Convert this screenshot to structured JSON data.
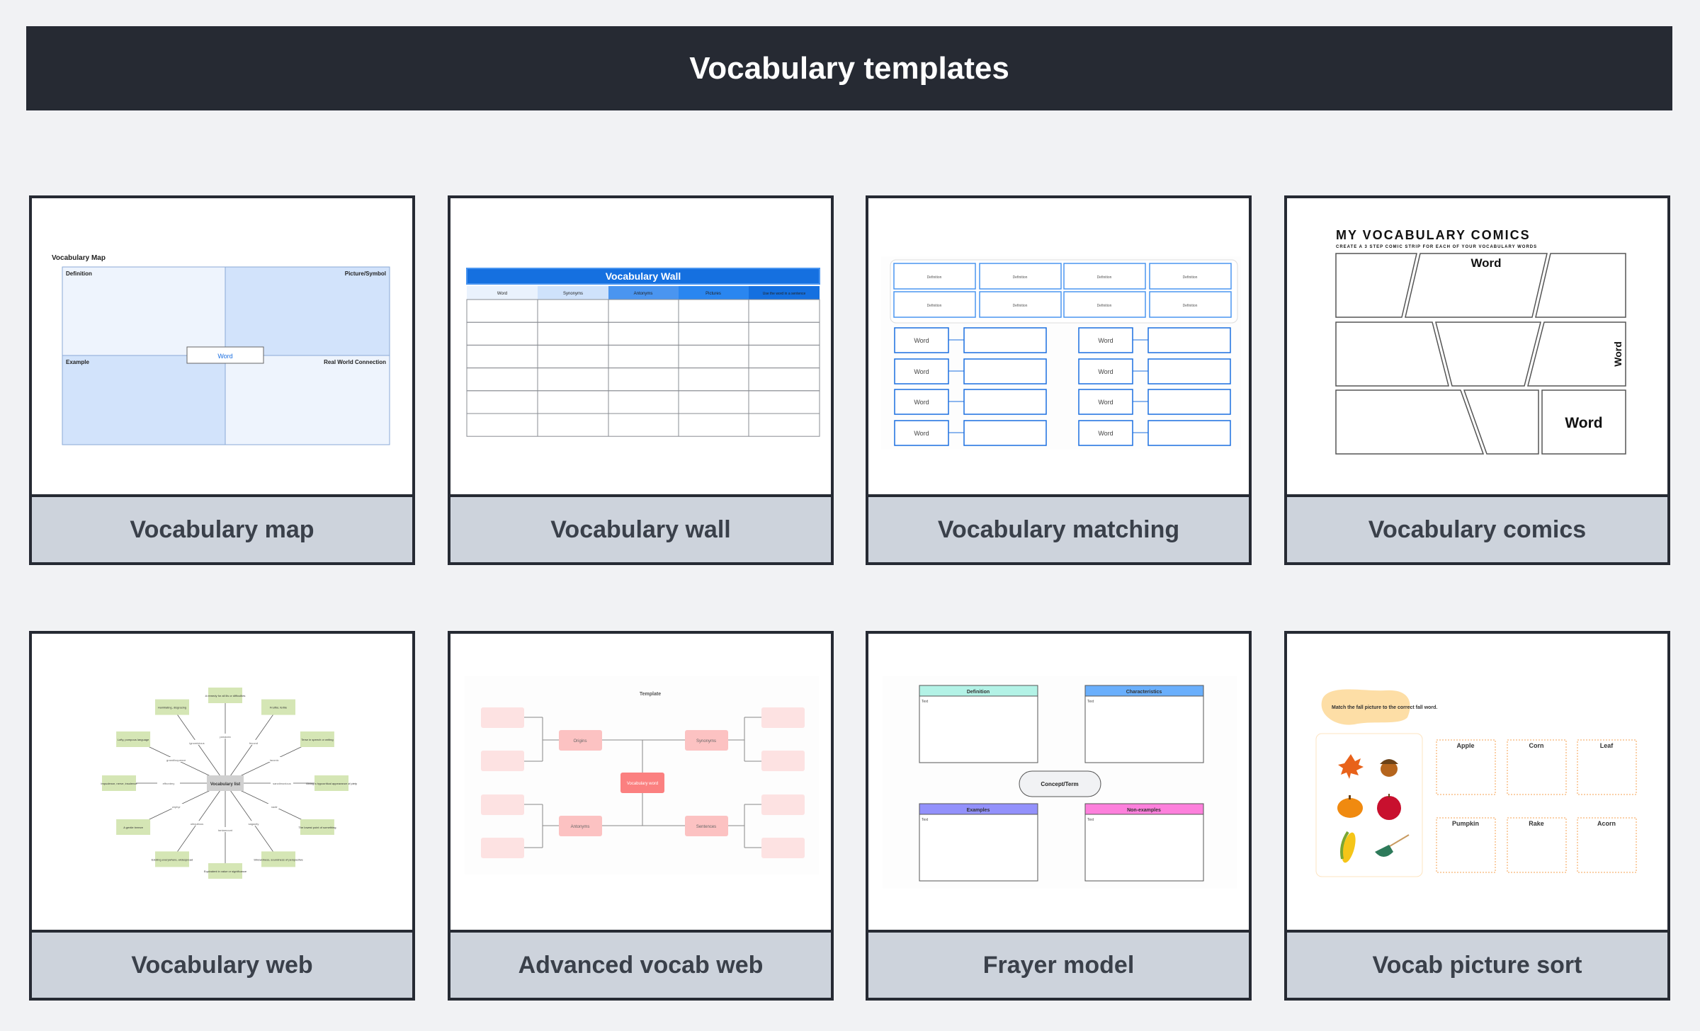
{
  "header": {
    "title": "Vocabulary templates"
  },
  "colors": {
    "header_bg": "#262a33",
    "page_bg": "#f1f2f4",
    "label_bg": "#cdd3dc",
    "label_text": "#3a404a"
  },
  "cards": [
    {
      "label": "Vocabulary map",
      "thumb": {
        "title": "Vocabulary Map",
        "q1": "Definition",
        "q2": "Picture/Symbol",
        "q3": "Example",
        "q4": "Real World Connection",
        "center": "Word"
      }
    },
    {
      "label": "Vocabulary wall",
      "thumb": {
        "title": "Vocabulary Wall",
        "columns": [
          "Word",
          "Synonyms",
          "Antonyms",
          "Pictures",
          "Use the word in a sentence"
        ]
      }
    },
    {
      "label": "Vocabulary matching",
      "thumb": {
        "definition": "Definition",
        "word": "Word"
      }
    },
    {
      "label": "Vocabulary comics",
      "thumb": {
        "title": "MY VOCABULARY COMICS",
        "subtitle": "CREATE A 3 STEP COMIC STRIP FOR EACH OF YOUR VOCABULARY WORDS",
        "word": "Word"
      }
    },
    {
      "label": "Vocabulary web",
      "thumb": {
        "center": "Vocabulary list",
        "spokes": [
          {
            "word": "panacea",
            "definition": "A remedy for all ills or difficulties"
          },
          {
            "word": "fecund",
            "definition": "Fruitful, fertile"
          },
          {
            "word": "laconic",
            "definition": "Terse in speech or writing"
          },
          {
            "word": "sanctimonious",
            "definition": "Giving a hypocritical appearance of piety"
          },
          {
            "word": "nadir",
            "definition": "The lowest point of something"
          },
          {
            "word": "sagacity",
            "definition": "Shrewdness, soundness of perspective"
          },
          {
            "word": "tantamount",
            "definition": "Equivalent in value or significance"
          },
          {
            "word": "ubiquitous",
            "definition": "Existing everywhere, widespread"
          },
          {
            "word": "zephyr",
            "definition": "A gentle breeze"
          },
          {
            "word": "effrontery",
            "definition": "Impudence, nerve, insolence"
          },
          {
            "word": "grandiloquence",
            "definition": "Lofty, pompous language"
          },
          {
            "word": "ignominious",
            "definition": "Humiliating, disgracing"
          }
        ]
      }
    },
    {
      "label": "Advanced vocab web",
      "thumb": {
        "title": "Template",
        "center": "Vocabulary word",
        "origins": "Origins",
        "synonyms": "Synonyms",
        "antonyms": "Antonyms",
        "sentences": "Sentences"
      }
    },
    {
      "label": "Frayer model",
      "thumb": {
        "definition": "Definition",
        "characteristics": "Characteristics",
        "examples": "Examples",
        "non_examples": "Non-examples",
        "placeholder": "Text",
        "center": "Concept/Term"
      }
    },
    {
      "label": "Vocab picture sort",
      "thumb": {
        "instruction": "Match the fall picture to the correct fall word.",
        "words": [
          "Apple",
          "Corn",
          "Leaf",
          "Pumpkin",
          "Rake",
          "Acorn"
        ]
      }
    }
  ]
}
